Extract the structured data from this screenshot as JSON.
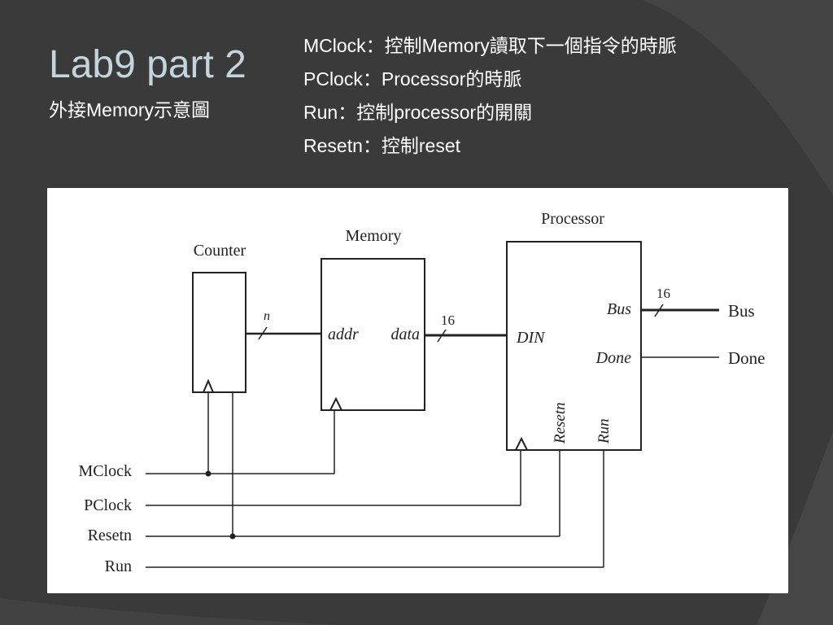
{
  "slide": {
    "title": "Lab9 part 2",
    "subtitle": "外接Memory示意圖",
    "notes": [
      "MClock：控制Memory讀取下一個指令的時脈",
      "PClock：Processor的時脈",
      "Run：控制processor的開關",
      "Resetn：控制reset"
    ]
  },
  "colors": {
    "background": "#3a3a3a",
    "title": "#c5d5de",
    "text": "#ffffff",
    "panel": "#ffffff",
    "ink": "#222222"
  },
  "diagram": {
    "counter_label": "Counter",
    "memory_label": "Memory",
    "processor_label": "Processor",
    "addr_label": "addr",
    "data_label": "data",
    "n_label": "n",
    "bus_width_mem": "16",
    "bus_width_out": "16",
    "din_label": "DIN",
    "bus_port": "Bus",
    "done_port": "Done",
    "resetn_port": "Resetn",
    "run_port": "Run",
    "bus_out": "Bus",
    "done_out": "Done",
    "mclock_label": "MClock",
    "pclock_label": "PClock",
    "resetn_label": "Resetn",
    "run_label": "Run"
  }
}
